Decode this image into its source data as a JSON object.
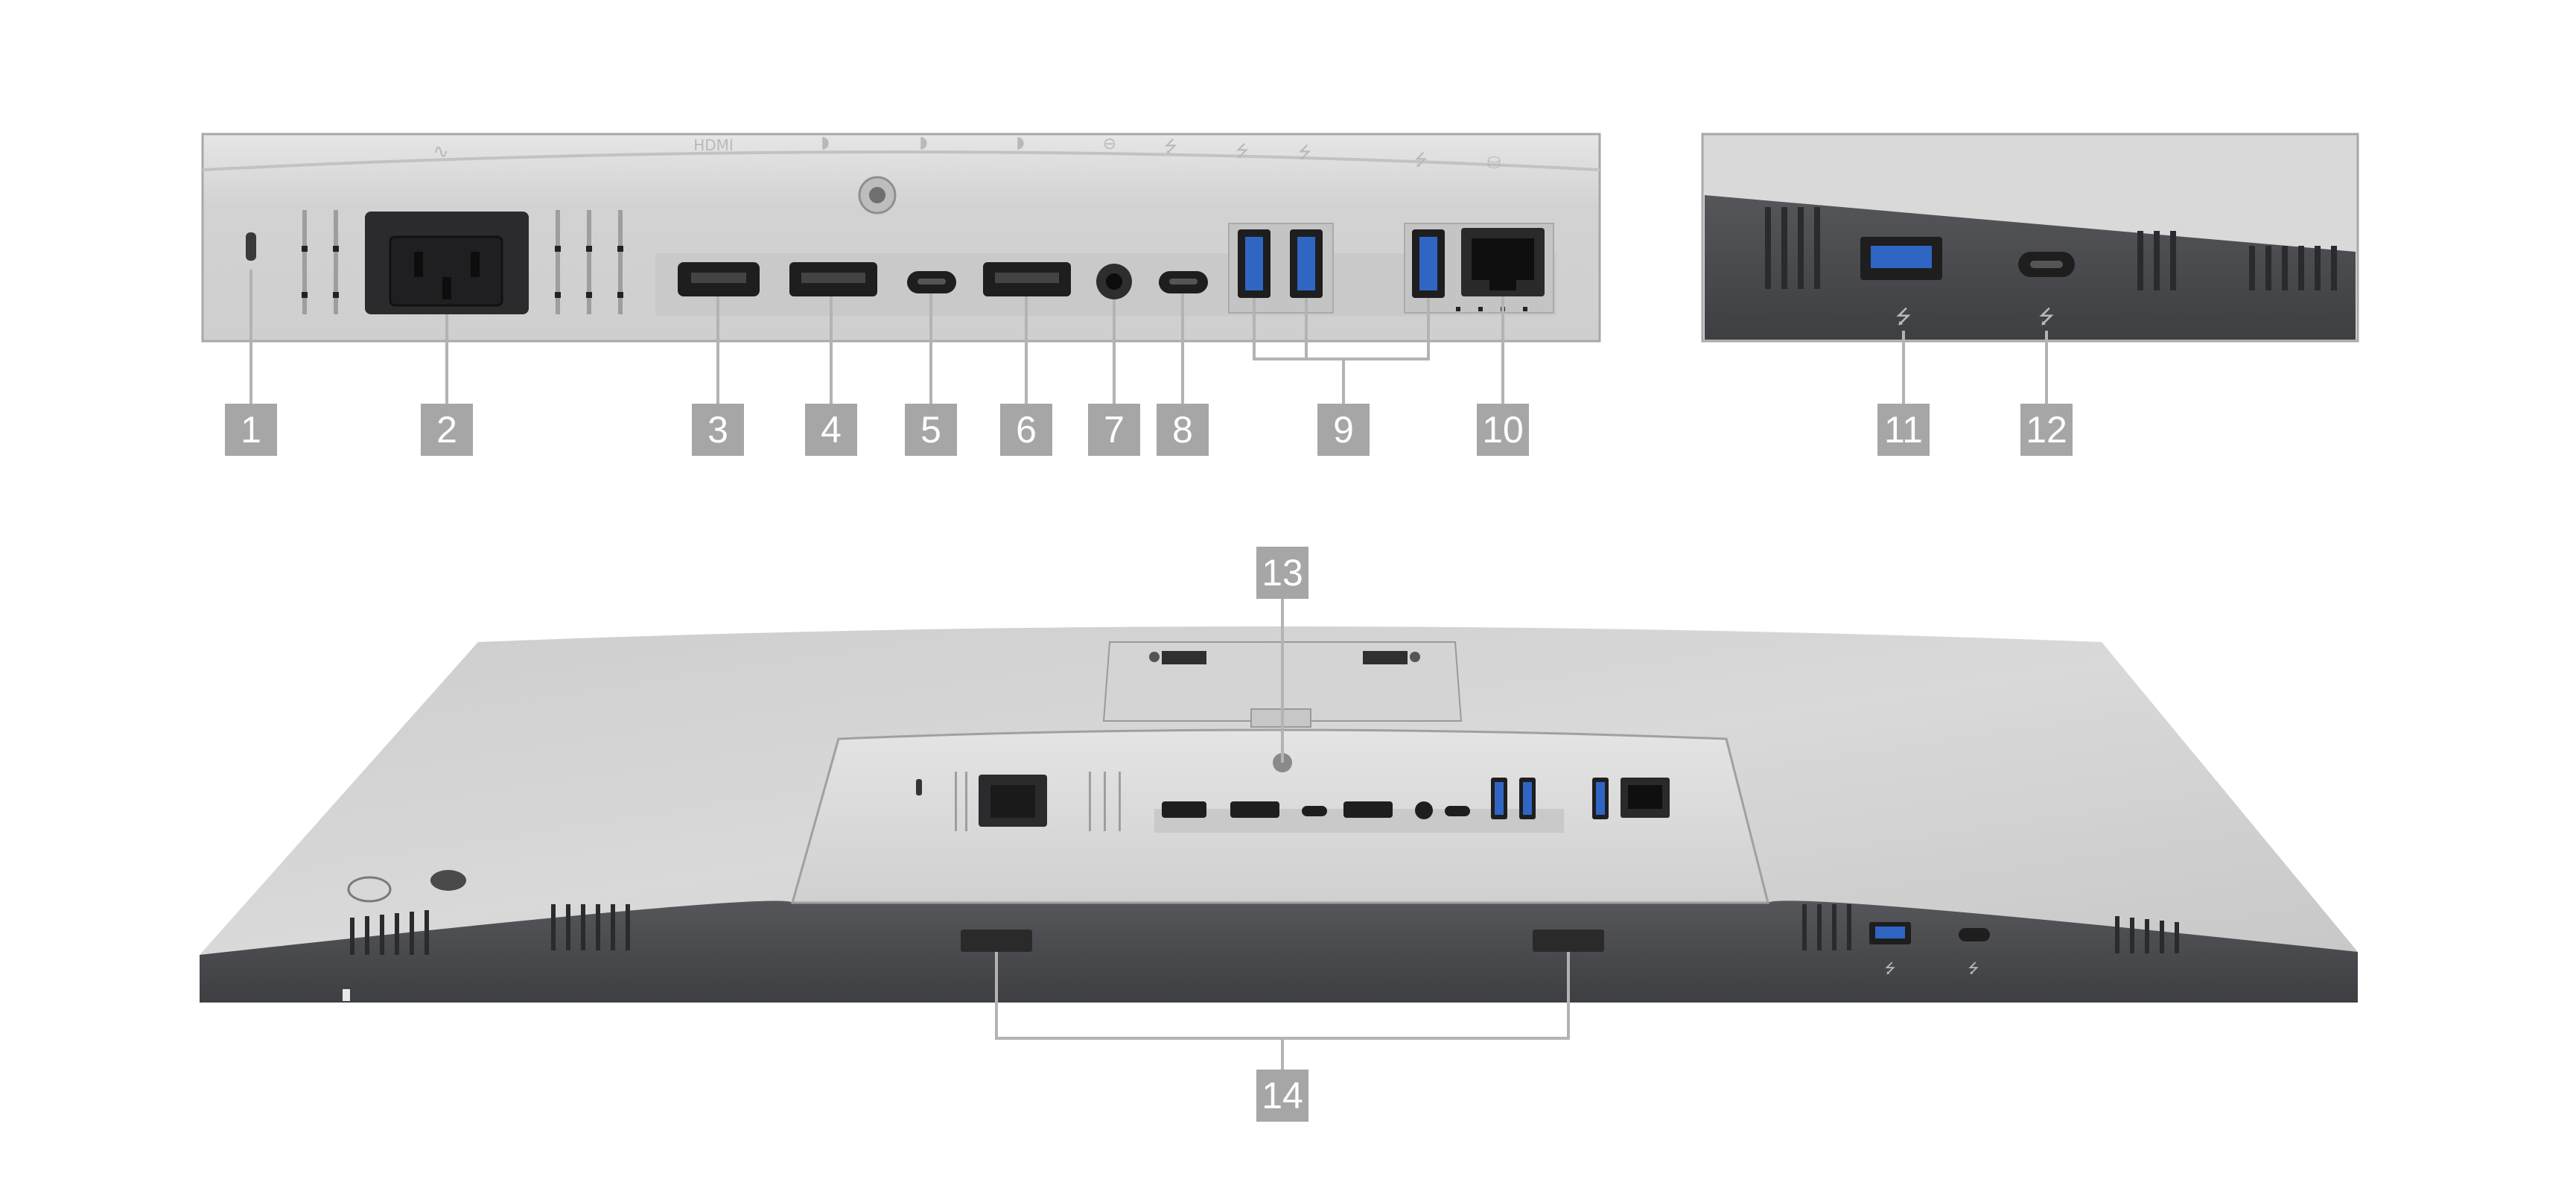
{
  "callouts": [
    {
      "num": "1"
    },
    {
      "num": "2"
    },
    {
      "num": "3"
    },
    {
      "num": "4"
    },
    {
      "num": "5"
    },
    {
      "num": "6"
    },
    {
      "num": "7"
    },
    {
      "num": "8"
    },
    {
      "num": "9"
    },
    {
      "num": "10"
    },
    {
      "num": "11"
    },
    {
      "num": "12"
    },
    {
      "num": "13"
    },
    {
      "num": "14"
    }
  ],
  "port_marks": {
    "hdmi": "HDMI",
    "usb": "⭍"
  },
  "colors": {
    "badge": "#a6a6a6",
    "leader": "#b3b3b3",
    "panel": "#d9d9d9",
    "panel_dark": "#4a4a4d",
    "port_black": "#1e1e1e",
    "usb_blue": "#2f66c4"
  }
}
